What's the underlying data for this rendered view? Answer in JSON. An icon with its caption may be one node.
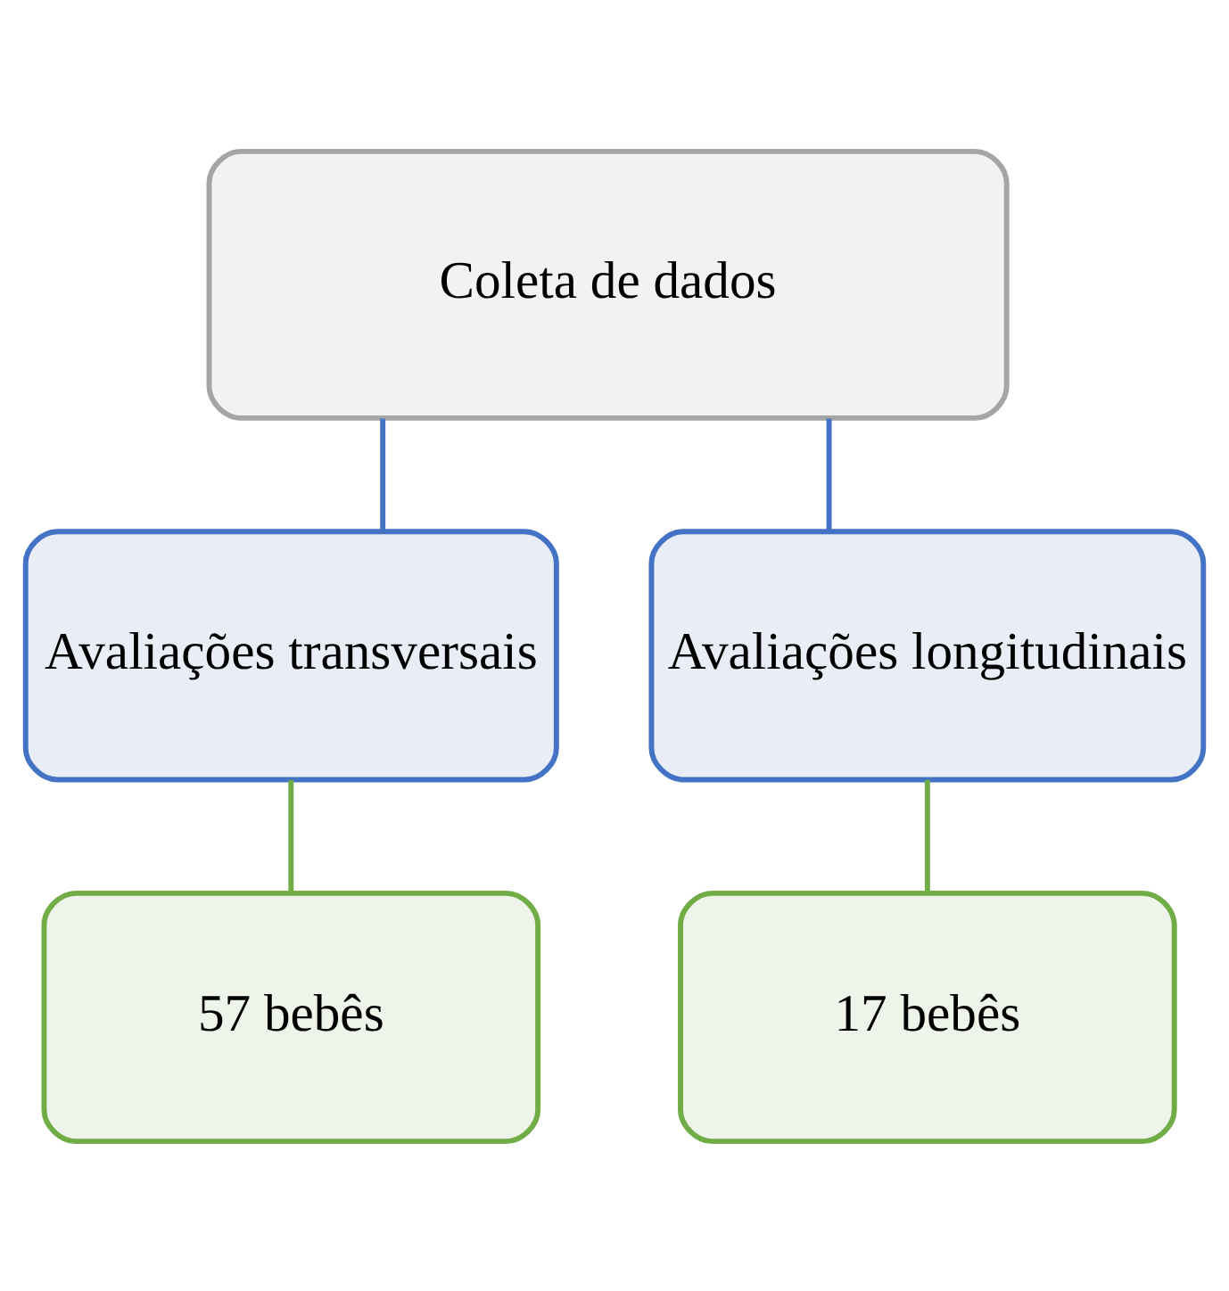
{
  "diagram": {
    "nodes": [
      {
        "text": [
          "Coleta de dados"
        ]
      },
      {
        "text": [
          "Avaliações transversais"
        ]
      },
      {
        "text": [
          "Avaliações longitudinais"
        ]
      },
      {
        "text": [
          "57 bebês"
        ]
      },
      {
        "text": [
          "17 bebês"
        ]
      }
    ],
    "edges": [
      {
        "from": 0,
        "to": 1,
        "arrow": "none",
        "color": "#4472c4"
      },
      {
        "from": 0,
        "to": 2,
        "arrow": "none",
        "color": "#4472c4"
      },
      {
        "from": 1,
        "to": 3,
        "arrow": "none",
        "color": "#70ad47"
      },
      {
        "from": 2,
        "to": 4,
        "arrow": "none",
        "color": "#70ad47"
      }
    ]
  }
}
